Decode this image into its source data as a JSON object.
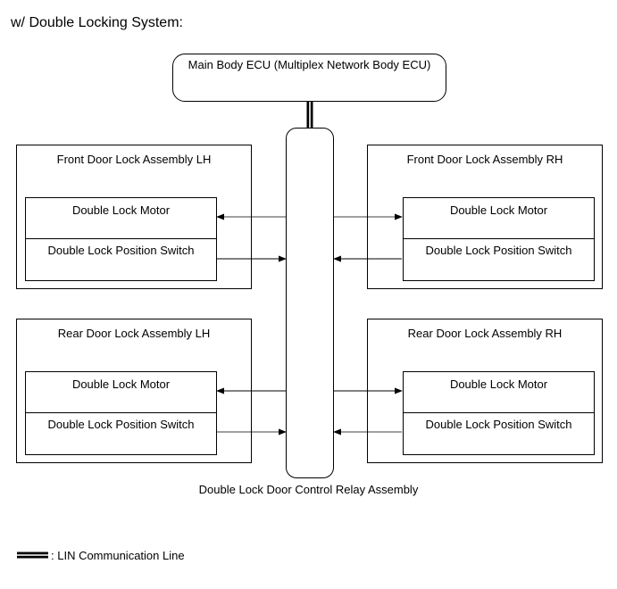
{
  "heading": "w/ Double Locking System:",
  "ecu": {
    "label": "Main Body ECU (Multiplex Network Body ECU)"
  },
  "relay": {
    "label": "Double Lock Door Control Relay Assembly"
  },
  "assemblies": {
    "front_lh": {
      "title": "Front Door Lock Assembly LH",
      "motor": "Double Lock Motor",
      "switch": "Double Lock Position Switch"
    },
    "front_rh": {
      "title": "Front Door Lock Assembly RH",
      "motor": "Double Lock Motor",
      "switch": "Double Lock Position Switch"
    },
    "rear_lh": {
      "title": "Rear Door Lock Assembly LH",
      "motor": "Double Lock Motor",
      "switch": "Double Lock Position Switch"
    },
    "rear_rh": {
      "title": "Rear Door Lock Assembly RH",
      "motor": "Double Lock Motor",
      "switch": "Double Lock Position Switch"
    }
  },
  "legend": {
    "label": ": LIN Communication Line"
  }
}
